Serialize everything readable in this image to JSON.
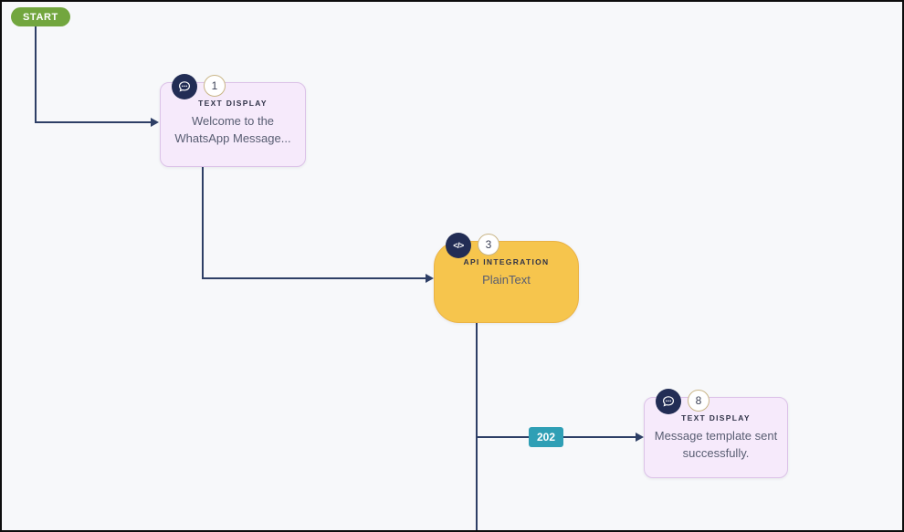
{
  "canvas": {
    "background": "#f7f8fa",
    "edge_color": "#2e3f66",
    "border_color": "#0d0d0d"
  },
  "start": {
    "label": "START",
    "color": "#72a63e"
  },
  "nodes": [
    {
      "number": "1",
      "type_label": "TEXT DISPLAY",
      "body": "Welcome to the WhatsApp Message...",
      "icon": "chat-bubble",
      "fill": "#f6eafb",
      "border_color": "#dcc2e8"
    },
    {
      "number": "3",
      "type_label": "API INTEGRATION",
      "body": "PlainText",
      "icon": "code",
      "fill": "#f6c54d",
      "border_color": "#eab244"
    },
    {
      "number": "8",
      "type_label": "TEXT DISPLAY",
      "body": "Message template sent successfully.",
      "icon": "chat-bubble",
      "fill": "#f6eafb",
      "border_color": "#dcc2e8"
    }
  ],
  "edge_badge": {
    "label": "202",
    "color": "#2f9fb5"
  },
  "icons": {
    "code_glyph": "</>"
  }
}
